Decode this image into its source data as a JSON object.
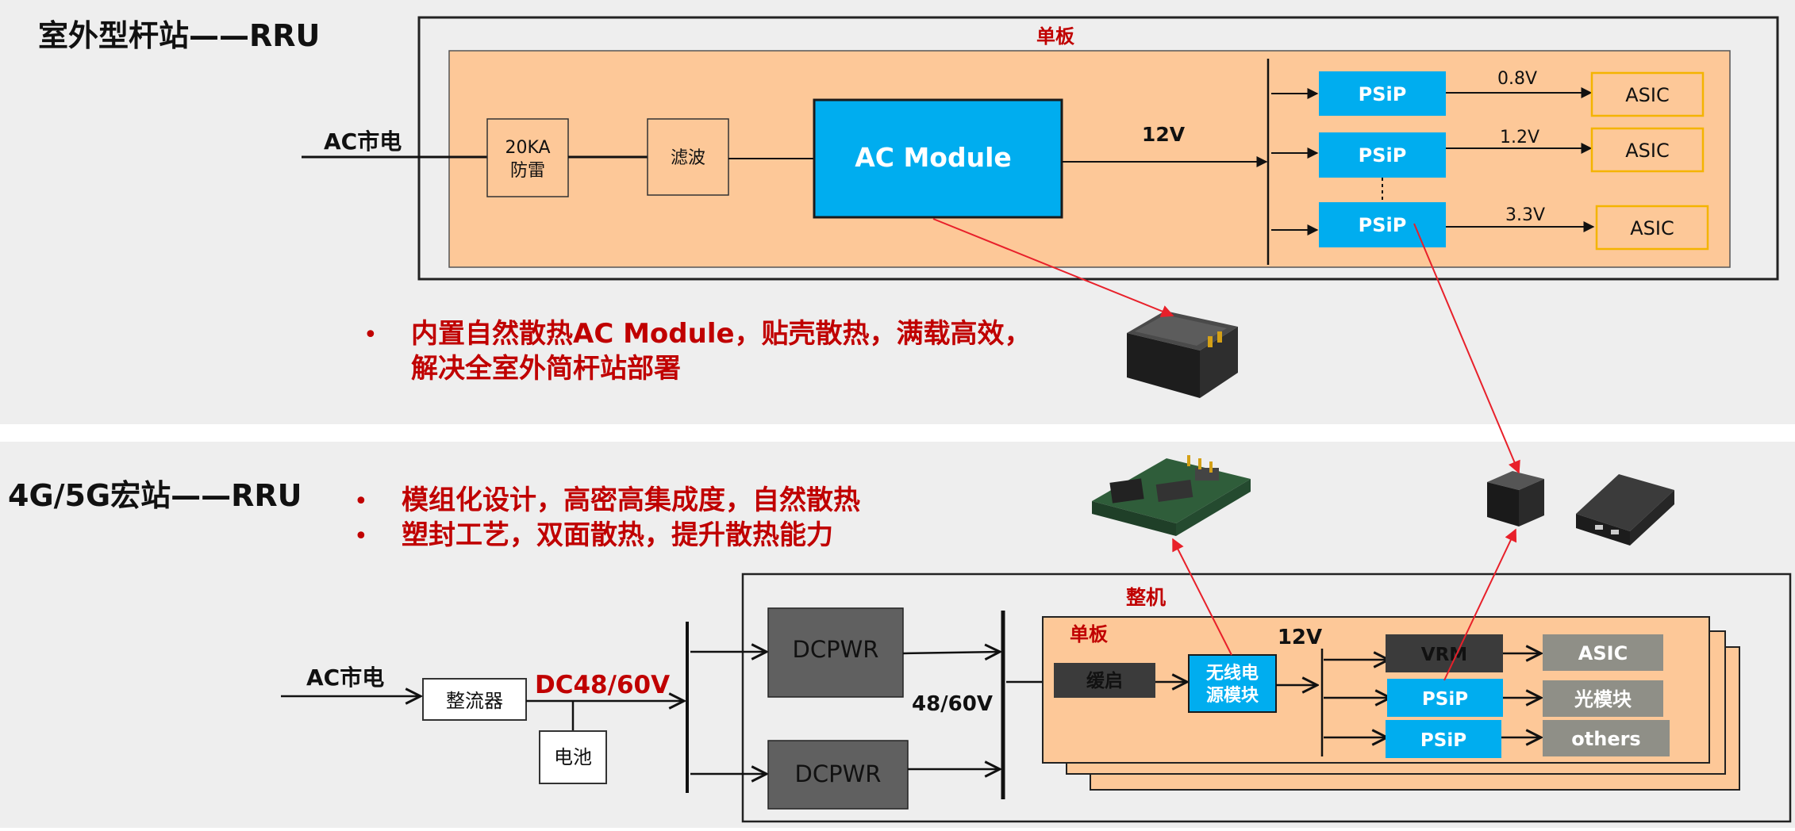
{
  "top": {
    "title": "室外型杆站——RRU",
    "board_label": "单板",
    "ac_input": "AC市电",
    "surge_line1": "20KA",
    "surge_line2": "防雷",
    "filter": "滤波",
    "ac_module": "AC Module",
    "bus_voltage": "12V",
    "psip": [
      "PSiP",
      "PSiP",
      "PSiP"
    ],
    "rail_voltages": [
      "0.8V",
      "1.2V",
      "3.3V"
    ],
    "asic": [
      "ASIC",
      "ASIC",
      "ASIC"
    ],
    "bullet_symbol": "•",
    "bullet_line1": "内置自然散热AC Module，贴壳散热，满载高效，",
    "bullet_line2": "解决全室外简杆站部署"
  },
  "bottom": {
    "title": "4G/5G宏站——RRU",
    "bullets": [
      "模组化设计，高密高集成度，自然散热",
      "塑封工艺，双面散热，提升散热能力"
    ],
    "bullet_symbol": "•",
    "ac_input": "AC市电",
    "rectifier": "整流器",
    "dc_label": "DC48/60V",
    "battery": "电池",
    "dcpwr": [
      "DCPWR",
      "DCPWR"
    ],
    "bus_label": "48/60V",
    "system_label": "整机",
    "board_label": "单板",
    "soft_start": "缓启",
    "wireless_power_line1": "无线电",
    "wireless_power_line2": "源模块",
    "board_voltage": "12V",
    "vrm": "VRM",
    "psip": [
      "PSiP",
      "PSiP"
    ],
    "loads": [
      "ASIC",
      "光模块",
      "others"
    ]
  },
  "colors": {
    "panel_bg": "#eeeeee",
    "board_fill": "#fdc898",
    "module_blue": "#00adef",
    "asic_border": "#f4b400",
    "dark_box": "#606060",
    "vrm_box": "#3b3b3b",
    "load_gray": "#8f8f87",
    "accent_red": "#c00000",
    "arrow_red": "#e8202a"
  }
}
